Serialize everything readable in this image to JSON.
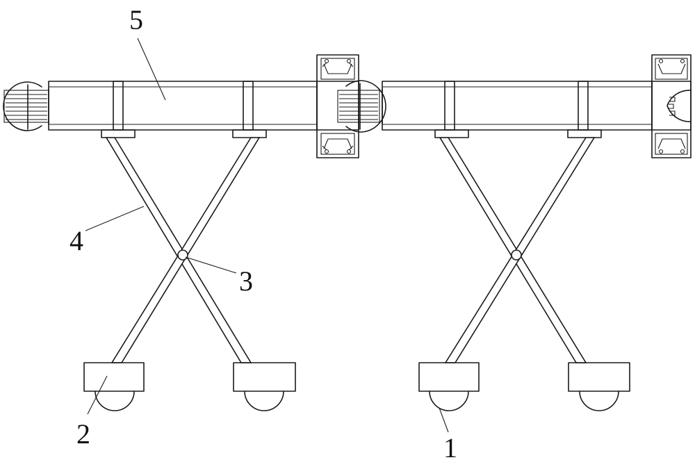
{
  "labels": {
    "part1": "1",
    "part2": "2",
    "part3": "3",
    "part4": "4",
    "part5": "5"
  },
  "colors": {
    "line": "#1a1a1a",
    "background": "#ffffff"
  }
}
